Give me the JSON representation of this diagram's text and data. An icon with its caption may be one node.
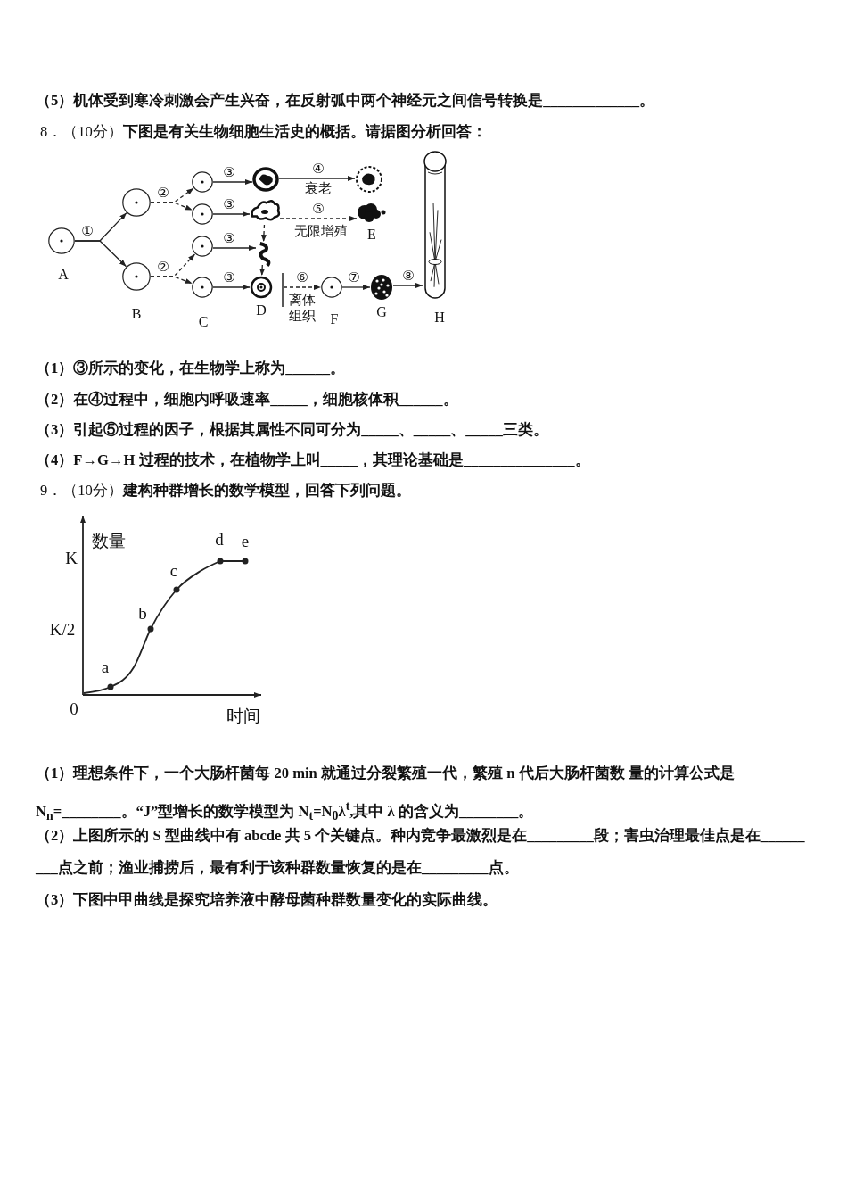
{
  "diagram": {
    "nodes": [
      {
        "text": [],
        "shape": "circle",
        "beside": [
          "A"
        ]
      },
      {
        "text": [],
        "shape": "circle"
      },
      {
        "text": [],
        "shape": "circle",
        "beside": [
          "B"
        ]
      },
      {
        "text": [],
        "shape": "circle"
      },
      {
        "text": [],
        "shape": "circle"
      },
      {
        "text": [],
        "shape": "circle"
      },
      {
        "text": [],
        "shape": "circle",
        "beside": [
          "C"
        ]
      },
      {
        "text": [],
        "shape": "picture"
      },
      {
        "text": [],
        "shape": "picture"
      },
      {
        "text": [],
        "shape": "picture"
      },
      {
        "text": [],
        "shape": "picture",
        "beside": [
          "D"
        ]
      },
      {
        "text": [],
        "shape": "picture"
      },
      {
        "text": [],
        "shape": "picture",
        "beside": [
          "E"
        ]
      },
      {
        "text": [],
        "shape": "circle",
        "beside": [
          "F"
        ]
      },
      {
        "text": [],
        "shape": "picture",
        "beside": [
          "G"
        ]
      },
      {
        "text": [],
        "shape": "picture",
        "beside": [
          "H"
        ]
      }
    ],
    "edges": [
      {
        "from": 0,
        "to": 1,
        "arrow": "to",
        "label": "①"
      },
      {
        "from": 0,
        "to": 2,
        "arrow": "to"
      },
      {
        "from": 1,
        "to": 3,
        "arrow": "to",
        "label": "②",
        "style": "dashed"
      },
      {
        "from": 1,
        "to": 4,
        "arrow": "to",
        "style": "dashed"
      },
      {
        "from": 2,
        "to": 5,
        "arrow": "to",
        "label": "②",
        "style": "dashed"
      },
      {
        "from": 2,
        "to": 6,
        "arrow": "to",
        "style": "dashed"
      },
      {
        "from": 3,
        "to": 7,
        "arrow": "to",
        "label": "③"
      },
      {
        "from": 4,
        "to": 8,
        "arrow": "to",
        "label": "③"
      },
      {
        "from": 5,
        "to": 9,
        "arrow": "to",
        "label": "③"
      },
      {
        "from": 6,
        "to": 10,
        "arrow": "to",
        "label": "③"
      },
      {
        "from": 7,
        "to": 11,
        "arrow": "to",
        "label": "④"
      },
      {
        "from": 8,
        "to": 12,
        "arrow": "to",
        "label": "⑤",
        "style": "dashed"
      },
      {
        "from": 8,
        "to": 9,
        "arrow": "to",
        "style": "dashed"
      },
      {
        "from": 9,
        "to": 10,
        "arrow": "to",
        "style": "dashed"
      },
      {
        "from": 10,
        "to": 13,
        "arrow": "to",
        "label": "⑥",
        "style": "dashed"
      },
      {
        "from": 13,
        "to": 14,
        "arrow": "to",
        "label": "⑦"
      },
      {
        "from": 14,
        "to": 15,
        "arrow": "to",
        "label": "⑧"
      }
    ],
    "labels": [
      "（5）机体受到寒冷刺激会产生兴奋，在反射弧中两个神经元之间信号转换是_____________。",
      "8．（10分）**下图是有关生物细胞生活史的概括。请据图分析回答：**",
      "衰老",
      "无限增殖",
      "离体组织",
      "（1）③所示的变化，在生物学上称为______。",
      "（2）在④过程中，细胞内呼吸速率_____，细胞核体积______。",
      "（3）引起⑤过程的因子，根据其属性不同可分为_____、_____、_____三类。",
      "（4）F→G→H 过程的技术，在植物学上叫_____，其理论基础是_______________。",
      "9．（10分）**建构种群增长的数学模型，回答下列问题。**",
      "d",
      "e",
      "数量",
      "K",
      "c",
      "b",
      "K/2",
      "a",
      "0",
      "时间",
      "（1）理想条件下，一个大肠杆菌每 20 min 就通过分裂繁殖一代，繁殖 n 代后大肠杆菌数 量的计算公式是N$_{n}$=________。“J”型增长的数学模型为 N$_{t}$=N$_{0}$λ$^{t}$,其中 λ 的含义为________。",
      "（2）上图所示的 S 型曲线中有 abcde 共 5 个关键点。种内竞争最激烈是在_________段；害虫治理最佳点是在_________点之前；渔业捕捞后，最有利于该种群数量恢复的是在_________点。",
      "（3）下图中甲曲线是探究培养液中酵母菌种群数量变化的实际曲线。"
    ]
  }
}
